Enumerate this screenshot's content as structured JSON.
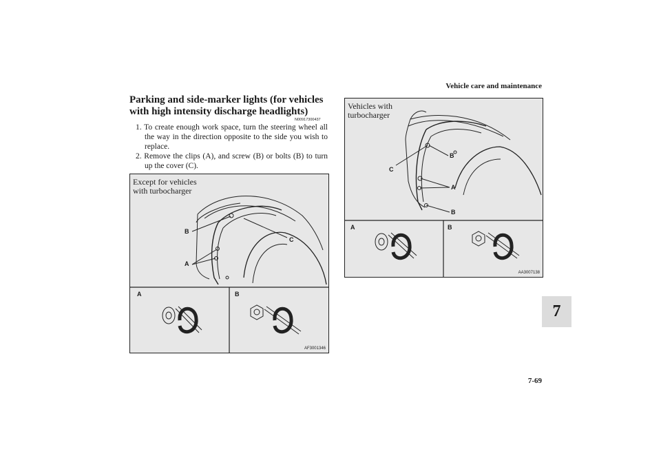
{
  "page": {
    "header": "Vehicle care and maintenance",
    "page_number": "7-69",
    "chapter_tab": "7"
  },
  "section": {
    "title": "Parking and side-marker lights (for vehicles with high intensity discharge headlights)",
    "ref_code": "N00917300437",
    "steps": [
      "1. To create enough work space, turn the steering wheel all the way in the direction opposite to the side you wish to replace.",
      "2. Remove the clips (A), and screw (B) or bolts (B) to turn up the cover (C)."
    ]
  },
  "figure_left": {
    "caption": "Except for vehicles with turbocharger",
    "code": "AF3001346",
    "labels": {
      "a": "A",
      "b": "B",
      "c": "C",
      "panel_a": "A",
      "panel_b": "B"
    }
  },
  "figure_right": {
    "caption": "Vehicles with turbocharger",
    "code": "AA3007138",
    "labels": {
      "a": "A",
      "b1": "B",
      "b2": "B",
      "c": "C",
      "panel_a": "A",
      "panel_b": "B"
    }
  }
}
